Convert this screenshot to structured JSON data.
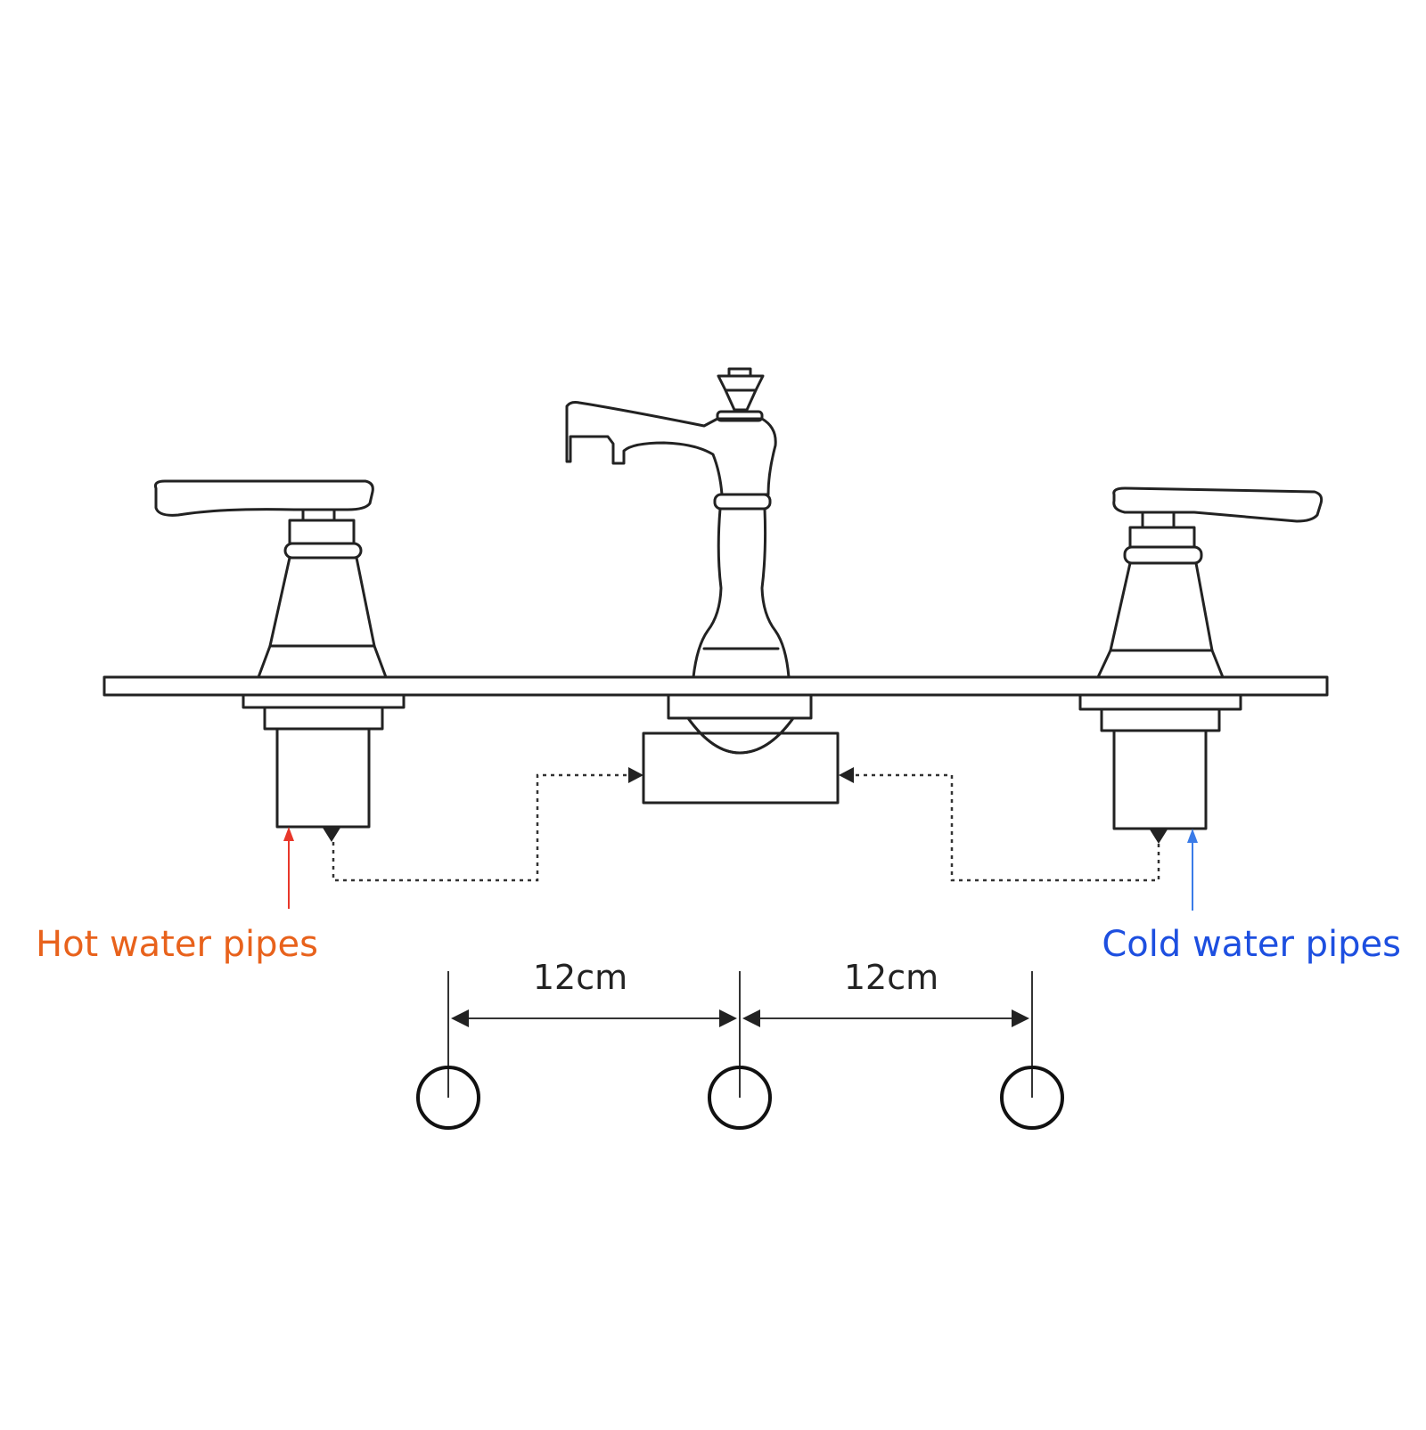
{
  "labels": {
    "hot": "Hot water pipes",
    "cold": "Cold water pipes",
    "dim_left": "12cm",
    "dim_right": "12cm"
  },
  "colors": {
    "hot": "#e8621c",
    "hot_arrow": "#e8372a",
    "cold": "#1d4fe0",
    "cold_arrow": "#3a7be8",
    "line": "#222222"
  },
  "icons": {
    "left_handle": "hot-valve-handle-icon",
    "spout": "faucet-spout-icon",
    "right_handle": "cold-valve-handle-icon",
    "holes": "mounting-hole-icon"
  }
}
